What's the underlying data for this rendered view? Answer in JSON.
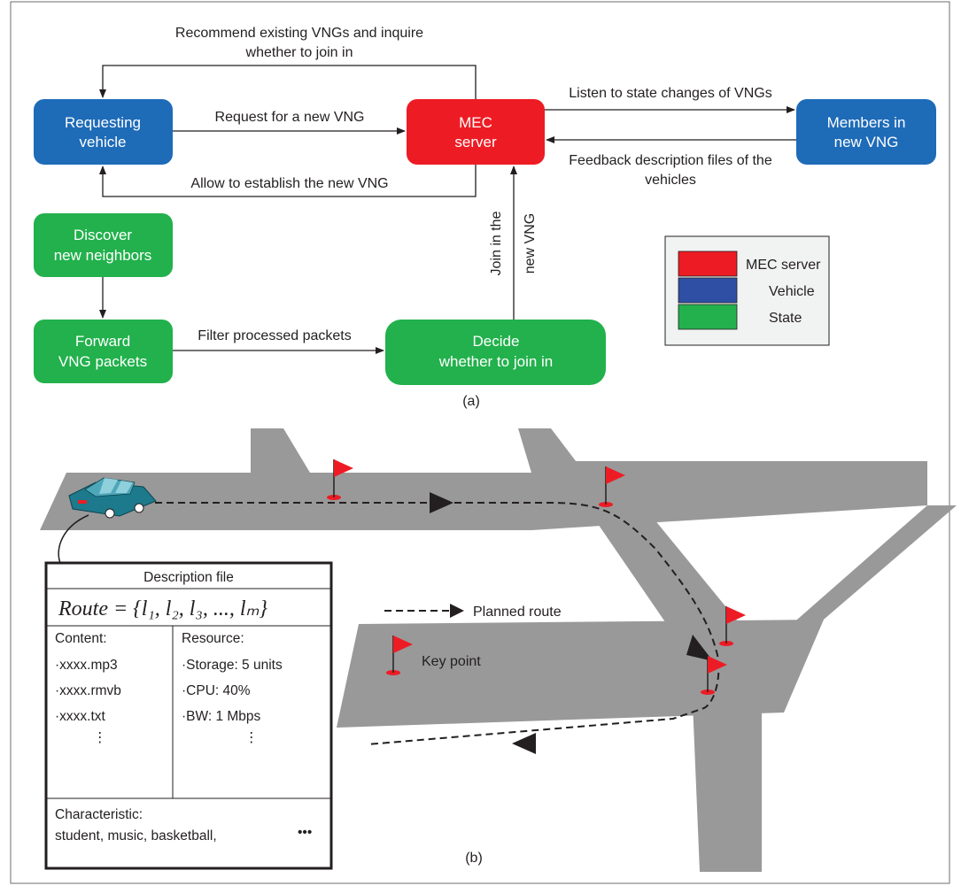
{
  "part_a": {
    "caption": "(a)",
    "boxes": {
      "requesting_vehicle": [
        "Requesting",
        "vehicle"
      ],
      "mec_server": [
        "MEC",
        "server"
      ],
      "members": [
        "Members in",
        "new VNG"
      ],
      "discover": [
        "Discover",
        "new neighbors"
      ],
      "forward": [
        "Forward",
        "VNG packets"
      ],
      "decide": [
        "Decide",
        "whether to join in"
      ]
    },
    "edges": {
      "recommend": [
        "Recommend existing VNGs and inquire",
        "whether to join in"
      ],
      "request": "Request for a new VNG",
      "allow": "Allow to establish the new VNG",
      "listen": "Listen to state changes of VNGs",
      "feedback": [
        "Feedback description files of the",
        "vehicles"
      ],
      "join": [
        "Join in the",
        "new VNG"
      ],
      "filter": "Filter processed packets"
    },
    "legend": [
      {
        "label": "MEC server",
        "color": "#ed1c24"
      },
      {
        "label": "Vehicle",
        "color": "#2e4fa3"
      },
      {
        "label": "State",
        "color": "#22b14c"
      }
    ]
  },
  "part_b": {
    "caption": "(b)",
    "description_file": {
      "title": "Description file",
      "route_lhs": "Route",
      "route_rhs": "= {l₁, l₂, l₃, ..., lₘ}",
      "content_header": "Content:",
      "content_items": [
        "·xxxx.mp3",
        "·xxxx.rmvb",
        "·xxxx.txt",
        "⋮"
      ],
      "resource_header": "Resource:",
      "resource_items": [
        "·Storage: 5 units",
        "·CPU: 40%",
        "·BW: 1 Mbps",
        "⋮"
      ],
      "characteristic_header": "Characteristic:",
      "characteristic_value": "student, music, basketball,",
      "more": "•••"
    },
    "legend": {
      "planned_route": "Planned route",
      "key_point": "Key point"
    }
  },
  "colors": {
    "vehicle_blue": "#1e6bb8",
    "mec_red": "#ed1c24",
    "state_green": "#22b14c",
    "road_gray": "#999999",
    "flag_red": "#ed1c24"
  }
}
